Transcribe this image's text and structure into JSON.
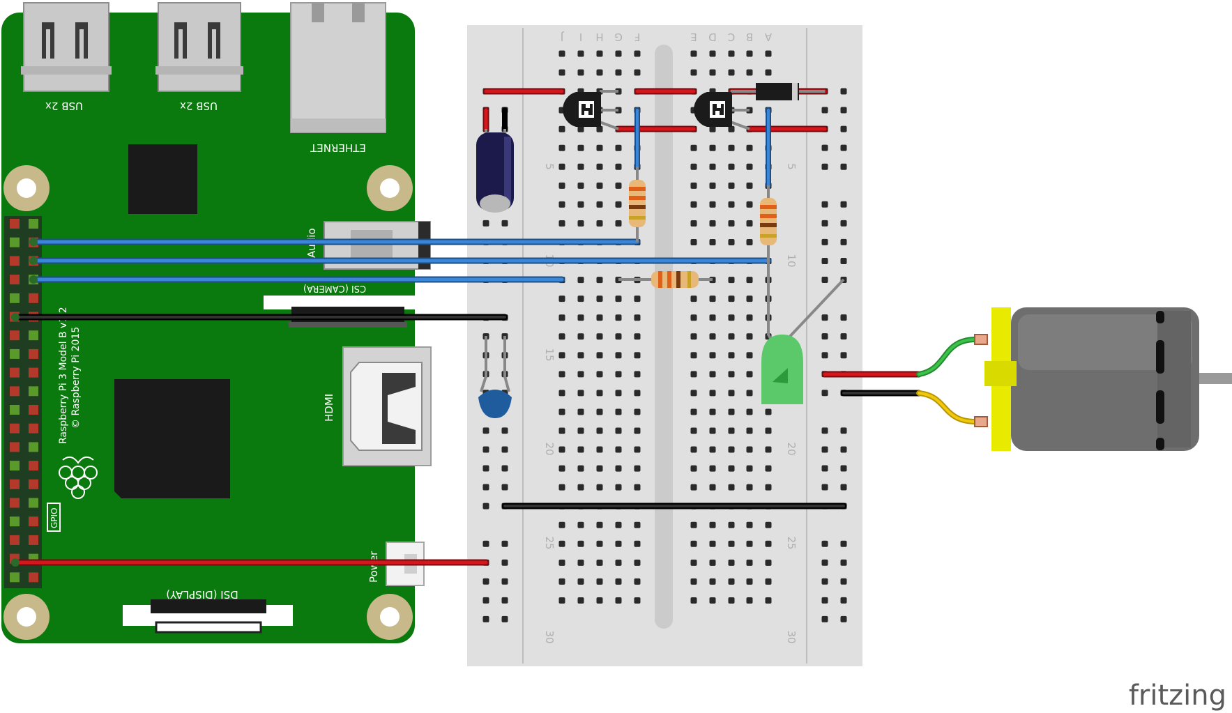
{
  "raspberry_pi": {
    "usb_left_label": "USB 2x",
    "usb_right_label": "USB 2x",
    "ethernet_label": "ETHERNET",
    "audio_label": "Audio",
    "model_label": "Raspberry Pi 3 Model B v1.2",
    "copyright_label": "© Raspberry Pi 2015",
    "gpio_label": "GPIO",
    "hdmi_label": "HDMI",
    "power_label": "Power",
    "dsi_label": "DSI (DISPLAY)",
    "camera_label": "CSI (CAMERA)"
  },
  "breadboard": {
    "columns_left": [
      "J",
      "I",
      "H",
      "G",
      "F"
    ],
    "columns_right": [
      "E",
      "D",
      "C",
      "B",
      "A"
    ],
    "row_numbers": [
      "5",
      "10",
      "15",
      "20",
      "25",
      "30"
    ]
  },
  "colors": {
    "board_green": "#0b7a0e",
    "wire_blue": "#2f78c8",
    "wire_red": "#c0141b",
    "wire_black": "#1a1a1a",
    "motor_yellow": "#eef000",
    "led_green": "#48d05a"
  },
  "brand": {
    "name": "fritzing"
  }
}
